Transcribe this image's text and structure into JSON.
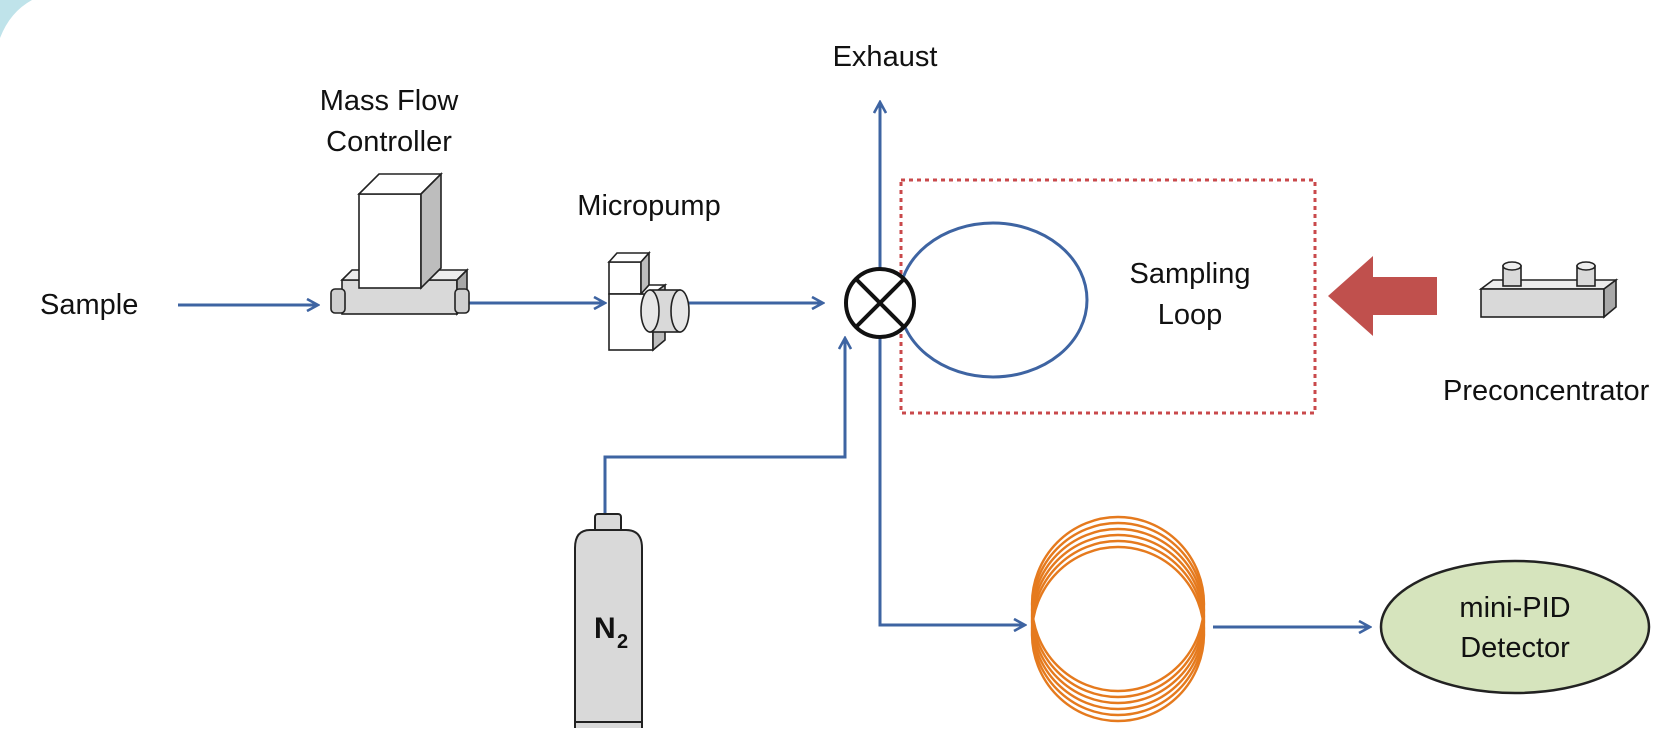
{
  "labels": {
    "sample": "Sample",
    "mfc_line1": "Mass Flow",
    "mfc_line2": "Controller",
    "micropump": "Micropump",
    "exhaust": "Exhaust",
    "sampling_line1": "Sampling",
    "sampling_line2": "Loop",
    "preconcentrator": "Preconcentrator",
    "n2_main": "N",
    "n2_sub": "2",
    "pid_line1": "mini-PID",
    "pid_line2": "Detector"
  },
  "colors": {
    "flow_line": "#3e64a2",
    "loop_box": "#c9494b",
    "arrow_block": "#c0504d",
    "column_coil": "#e57a1e",
    "detector_fill": "#d6e4bd",
    "device_fill": "#d9d9d9",
    "corner_accent": "#bfe3ea"
  },
  "icons": {
    "valve": "six-port-valve-icon",
    "pump": "micropump-icon",
    "mfc": "mass-flow-controller-icon",
    "cylinder": "gas-cylinder-icon",
    "column": "gc-column-coil-icon",
    "preconcentrator": "preconcentrator-icon"
  }
}
